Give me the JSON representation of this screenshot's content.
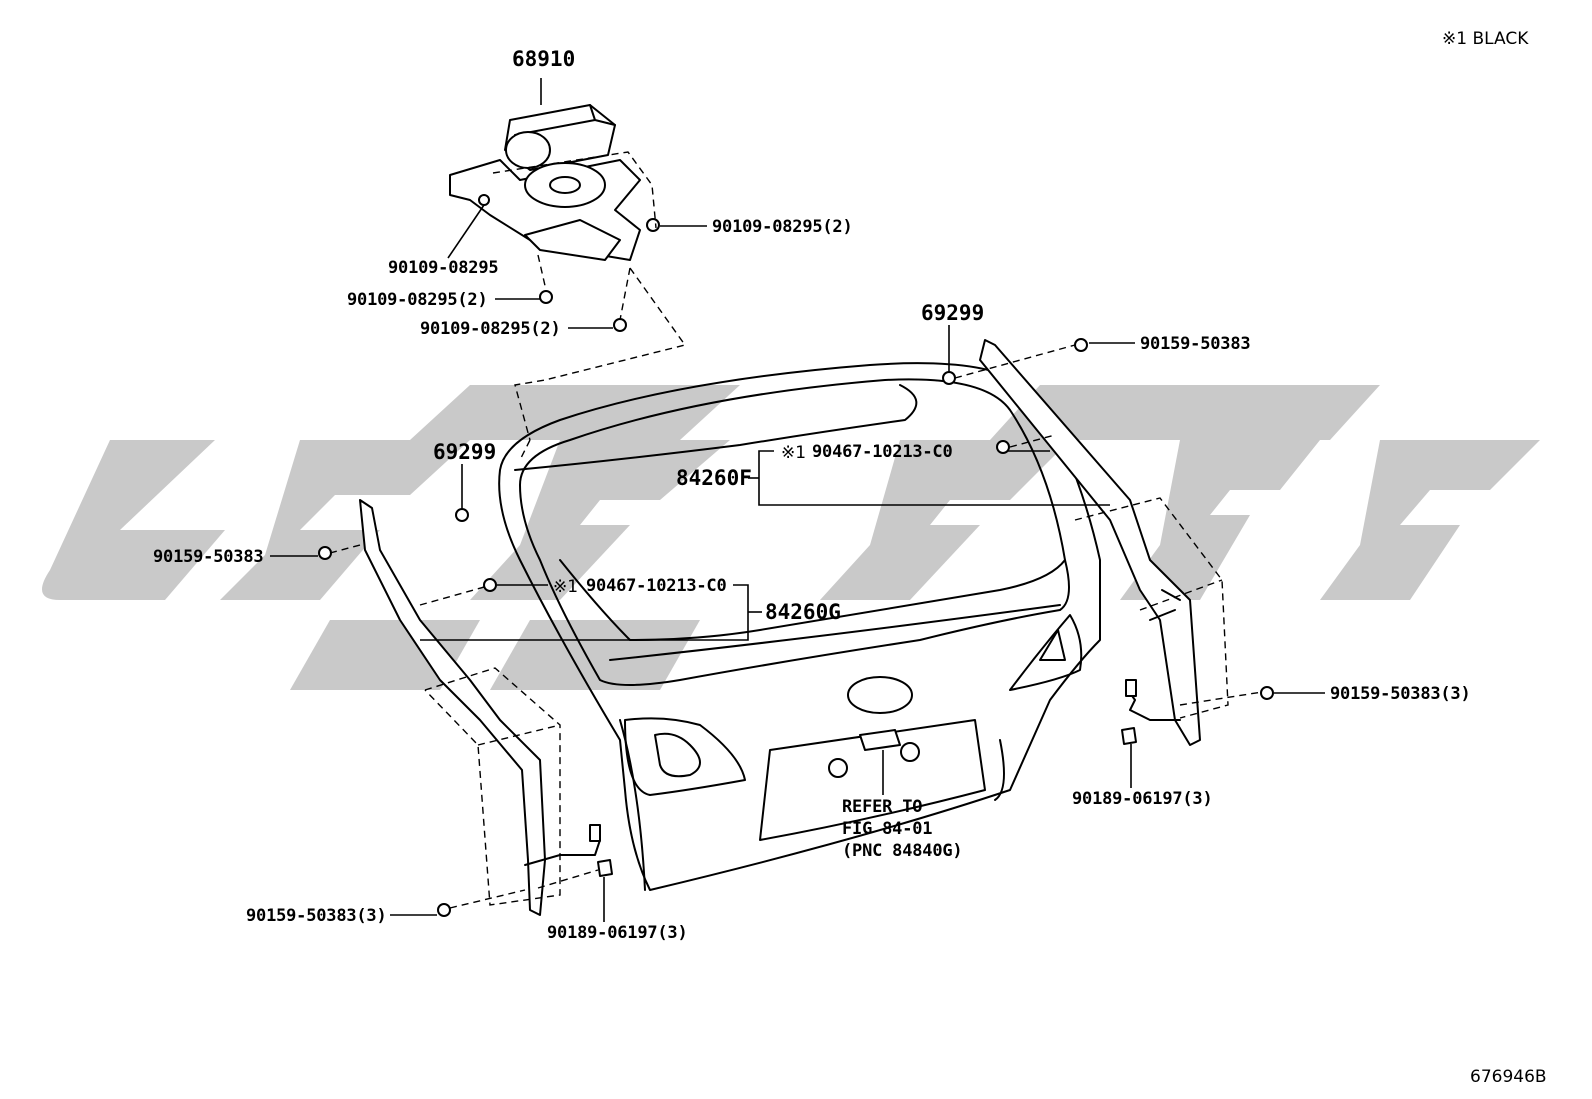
{
  "header": {
    "note": "※1 BLACK"
  },
  "footer": {
    "illustration_id": "676946B"
  },
  "labels": {
    "p68910": "68910",
    "p90109_a": "90109-08295",
    "p90109_b": "90109-08295(2)",
    "p90109_c": "90109-08295(2)",
    "p90109_d": "90109-08295(2)",
    "p69299_right": "69299",
    "p69299_left": "69299",
    "p90159_top": "90159-50383",
    "p90159_left": "90159-50383",
    "p90159_right3": "90159-50383(3)",
    "p90159_left3": "90159-50383(3)",
    "p90467_right": "90467-10213-C0",
    "p90467_left": "90467-10213-C0",
    "mark_right": "※1",
    "mark_left": "※1",
    "p84260F": "84260F",
    "p84260G": "84260G",
    "p90189_right": "90189-06197(3)",
    "p90189_left": "90189-06197(3)",
    "refer_line1": "REFER TO",
    "refer_line2": "FIG 84-01",
    "refer_line3": "(PNC 84840G)"
  }
}
